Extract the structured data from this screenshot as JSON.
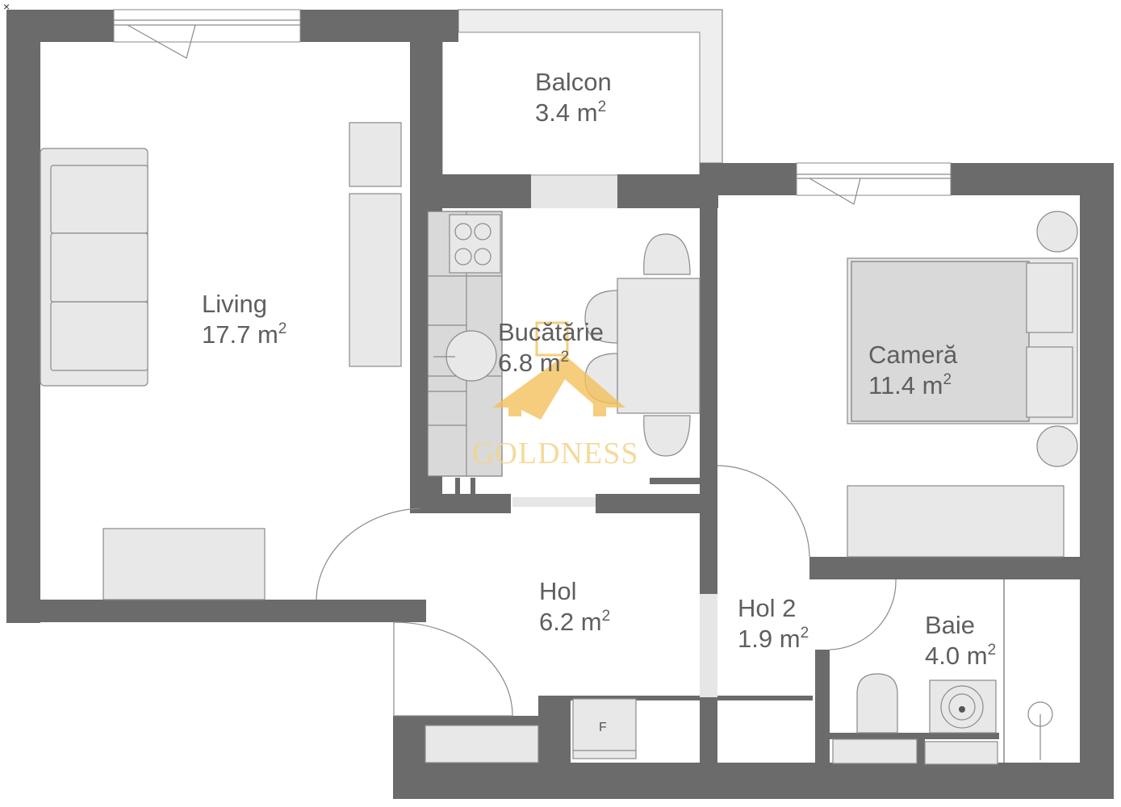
{
  "plan": {
    "type": "apartment floor plan",
    "watermark": "GOLDNESS",
    "colors": {
      "wall": "#6b6b6b",
      "furniture": "#e8e8e8",
      "label": "#5f5f5f",
      "watermark": "#f2c35a"
    },
    "corner_mark": "×",
    "fridge_label": "F",
    "unit": "m",
    "unit_exp": "2",
    "rooms": [
      {
        "name": "Living",
        "area": "17.7"
      },
      {
        "name": "Balcon",
        "area": "3.4"
      },
      {
        "name": "Bucătărie",
        "area": "6.8"
      },
      {
        "name": "Cameră",
        "area": "11.4"
      },
      {
        "name": "Hol",
        "area": "6.2"
      },
      {
        "name": "Hol 2",
        "area": "1.9"
      },
      {
        "name": "Baie",
        "area": "4.0"
      }
    ]
  }
}
